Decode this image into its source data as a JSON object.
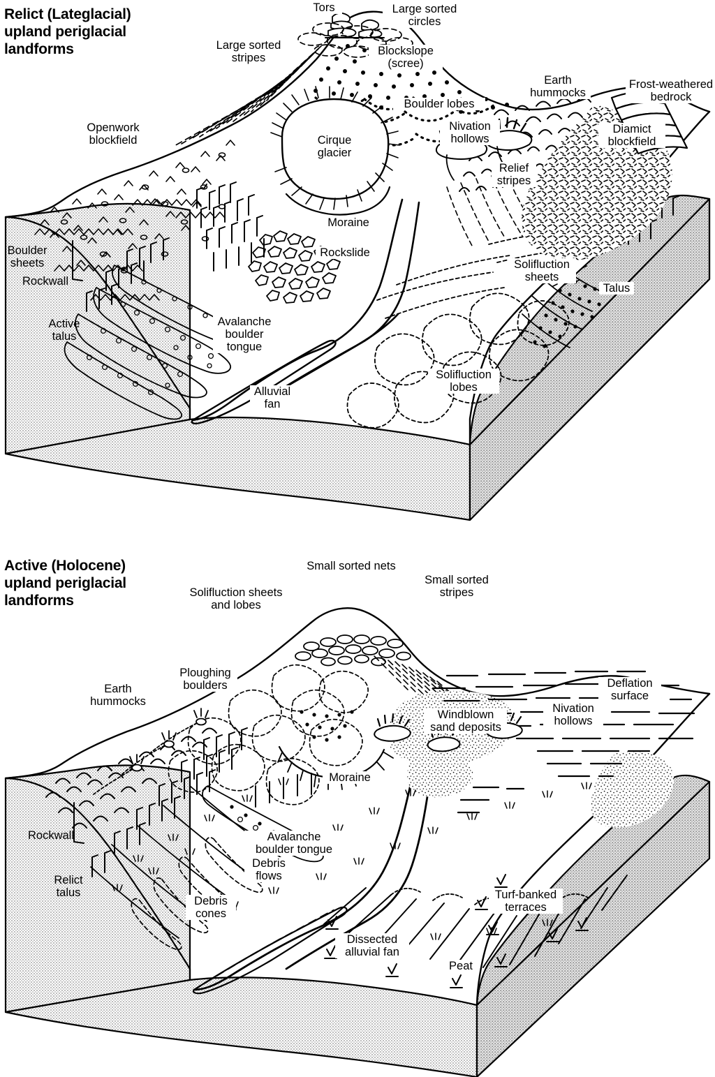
{
  "figure": {
    "kind": "two-panel geomorphological block diagram",
    "panels": [
      {
        "id": "relict",
        "title": "Relict (Lateglacial)\nupland periglacial\nlandforms"
      },
      {
        "id": "active",
        "title": "Active (Holocene)\nupland periglacial\nlandforms"
      }
    ]
  },
  "colors": {
    "ink": "#000000",
    "paper": "#ffffff",
    "block_side_light": "#e4e4e4",
    "block_side_mid": "#d6d6d6",
    "block_side_dark": "#c9c9c9"
  },
  "relict_labels": [
    {
      "id": "tors",
      "text": "Tors"
    },
    {
      "id": "large-sorted-circles",
      "text": "Large sorted\ncircles"
    },
    {
      "id": "large-sorted-stripes",
      "text": "Large sorted\nstripes"
    },
    {
      "id": "blockslope-scree",
      "text": "Blockslope\n(scree)"
    },
    {
      "id": "boulder-lobes",
      "text": "Boulder lobes"
    },
    {
      "id": "earth-hummocks",
      "text": "Earth\nhummocks"
    },
    {
      "id": "frost-weathered-bedrock",
      "text": "Frost-weathered\nbedrock"
    },
    {
      "id": "openwork-blockfield",
      "text": "Openwork\nblockfield"
    },
    {
      "id": "diamict-blockfield",
      "text": "Diamict\nblockfield"
    },
    {
      "id": "cirque-glacier",
      "text": "Cirque\nglacier"
    },
    {
      "id": "nivation-hollows",
      "text": "Nivation\nhollows"
    },
    {
      "id": "relief-stripes",
      "text": "Relief\nstripes"
    },
    {
      "id": "moraine",
      "text": "Moraine"
    },
    {
      "id": "rockslide",
      "text": "Rockslide"
    },
    {
      "id": "solifluction-sheets",
      "text": "Solifluction\nsheets"
    },
    {
      "id": "talus",
      "text": "Talus"
    },
    {
      "id": "boulder-sheets",
      "text": "Boulder\nsheets"
    },
    {
      "id": "rockwall",
      "text": "Rockwall"
    },
    {
      "id": "active-talus",
      "text": "Active\ntalus"
    },
    {
      "id": "avalanche-boulder-tongue",
      "text": "Avalanche\nboulder\ntongue"
    },
    {
      "id": "alluvial-fan",
      "text": "Alluvial\nfan"
    },
    {
      "id": "solifluction-lobes",
      "text": "Solifluction\nlobes"
    }
  ],
  "active_labels": [
    {
      "id": "small-sorted-nets",
      "text": "Small sorted nets"
    },
    {
      "id": "small-sorted-stripes",
      "text": "Small sorted\nstripes"
    },
    {
      "id": "solifluction-sheets-and-lobes",
      "text": "Solifluction sheets\nand lobes"
    },
    {
      "id": "earth-hummocks",
      "text": "Earth\nhummocks"
    },
    {
      "id": "ploughing-boulders",
      "text": "Ploughing\nboulders"
    },
    {
      "id": "windblown-sand-deposits",
      "text": "Windblown\nsand deposits"
    },
    {
      "id": "deflation-surface",
      "text": "Deflation\nsurface"
    },
    {
      "id": "nivation-hollows",
      "text": "Nivation\nhollows"
    },
    {
      "id": "moraine",
      "text": "Moraine"
    },
    {
      "id": "rockwall",
      "text": "Rockwall"
    },
    {
      "id": "relict-talus",
      "text": "Relict\ntalus"
    },
    {
      "id": "avalanche-boulder-tongue",
      "text": "Avalanche\nboulder tongue"
    },
    {
      "id": "debris-flows",
      "text": "Debris\nflows"
    },
    {
      "id": "debris-cones",
      "text": "Debris\ncones"
    },
    {
      "id": "dissected-alluvial-fan",
      "text": "Dissected\nalluvial fan"
    },
    {
      "id": "turf-banked-terraces",
      "text": "Turf-banked\nterraces"
    },
    {
      "id": "peat",
      "text": "Peat"
    }
  ]
}
